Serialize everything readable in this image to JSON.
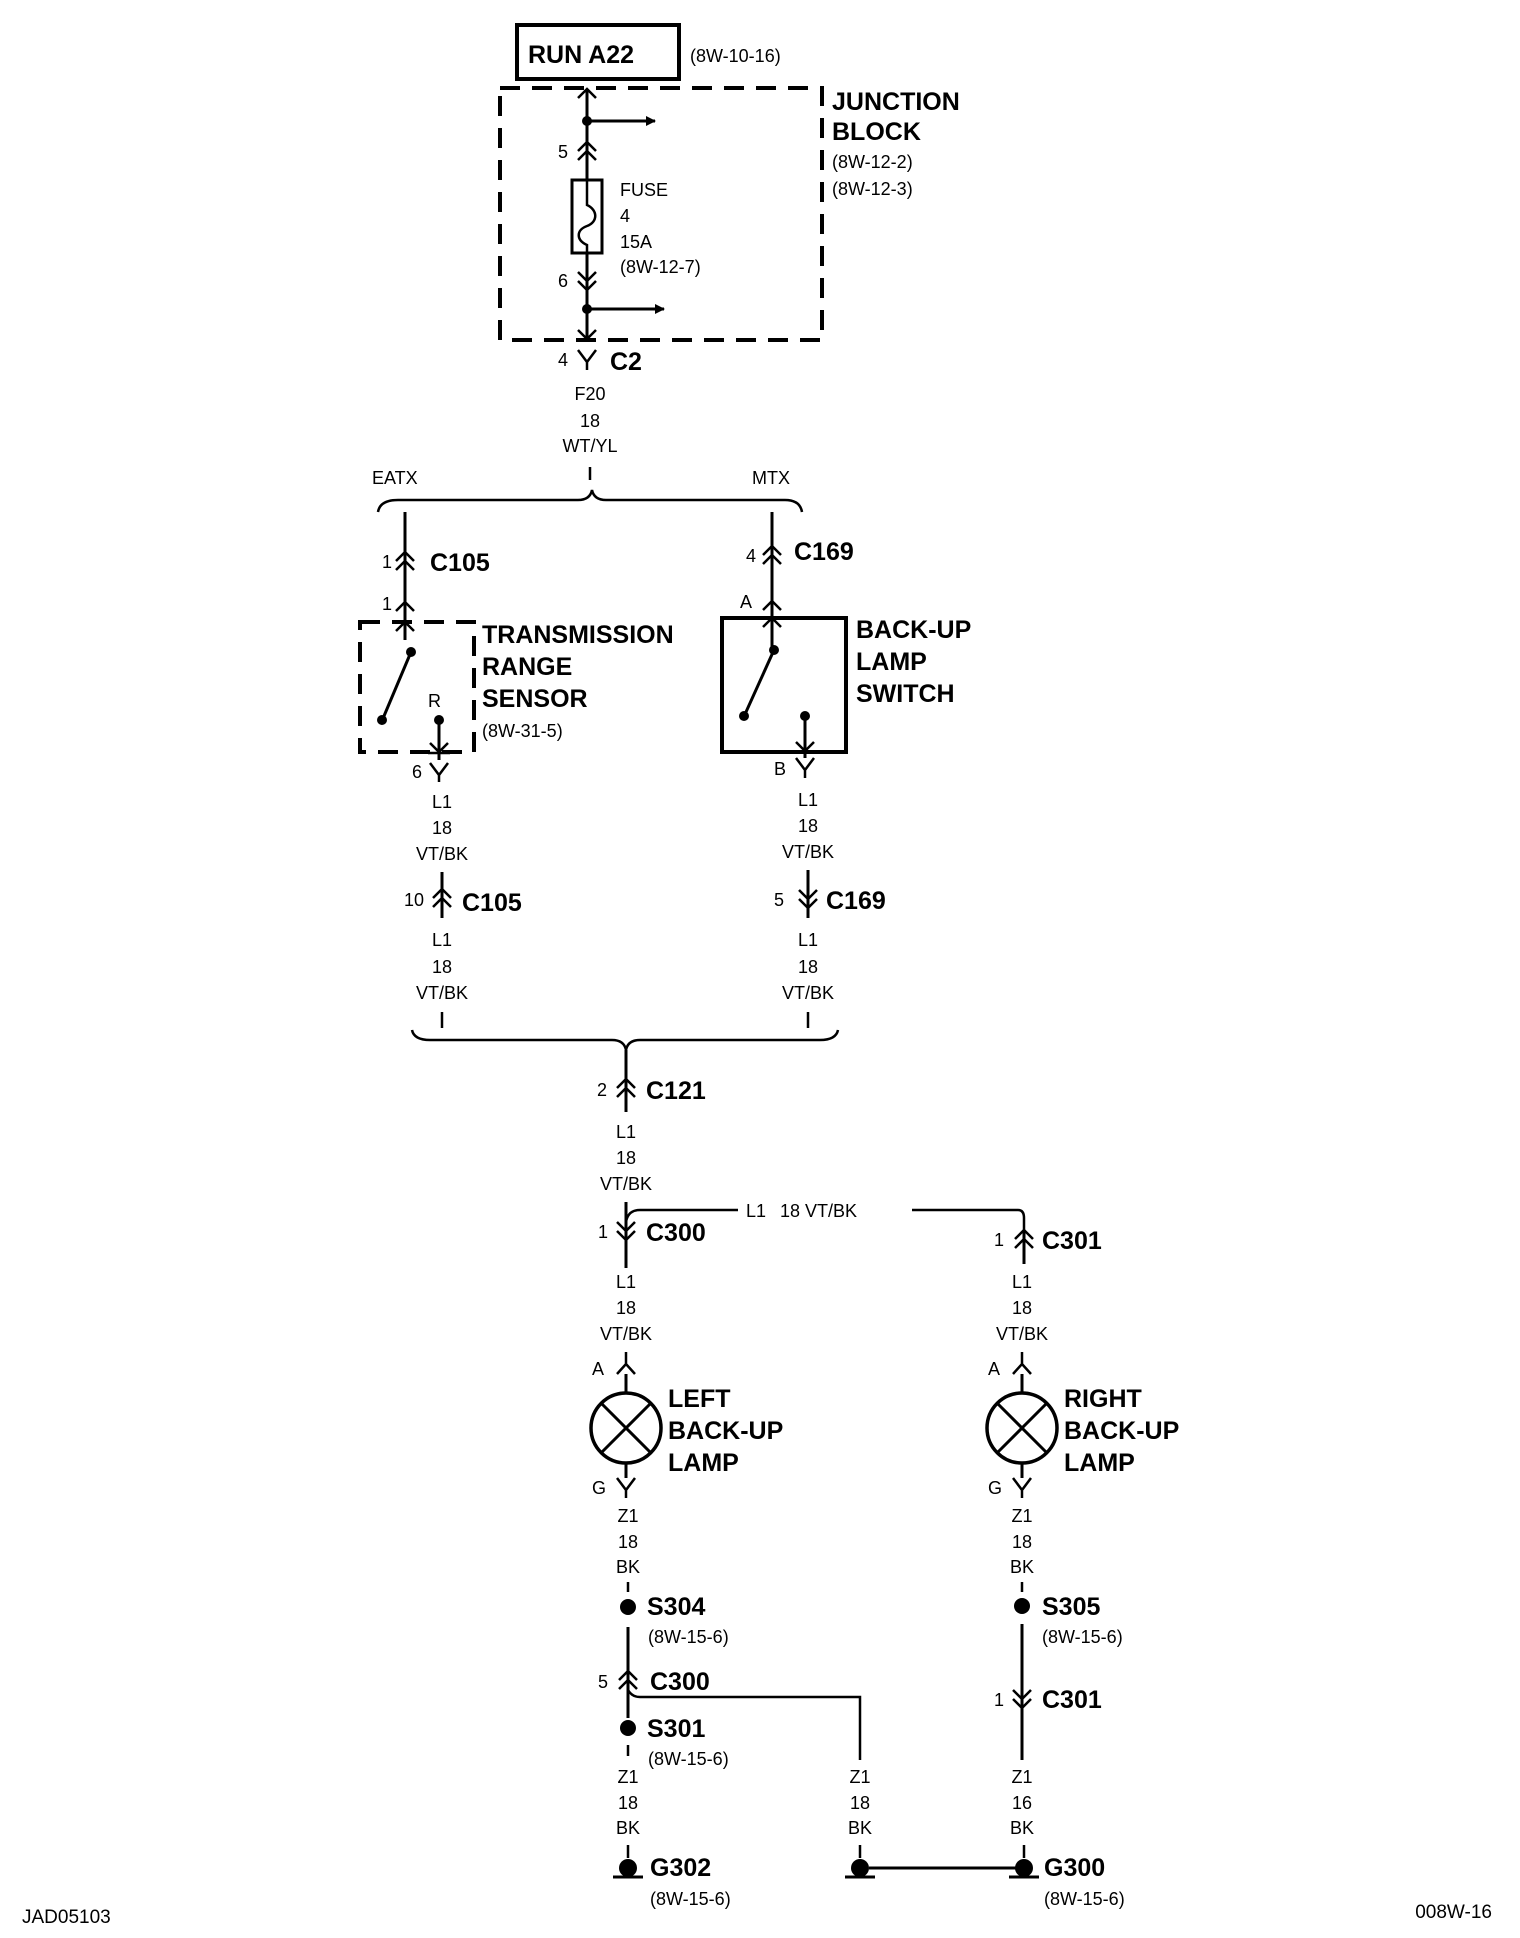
{
  "source": {
    "label": "RUN A22",
    "ref": "(8W-10-16)"
  },
  "junction_block": {
    "title_line1": "JUNCTION",
    "title_line2": "BLOCK",
    "ref1": "(8W-12-2)",
    "ref2": "(8W-12-3)"
  },
  "fuse": {
    "label": "FUSE",
    "number": "4",
    "rating": "15A",
    "ref": "(8W-12-7)",
    "pin_in": "5",
    "pin_out": "6"
  },
  "c2": {
    "name": "C2",
    "pin": "4"
  },
  "wire_f20": {
    "circuit": "F20",
    "gauge": "18",
    "color": "WT/YL"
  },
  "split_top": {
    "left": "EATX",
    "right": "MTX"
  },
  "eatx": {
    "c105_top": {
      "name": "C105",
      "pin": "1"
    },
    "sensor_pin_in": "1",
    "sensor": {
      "line1": "TRANSMISSION",
      "line2": "RANGE",
      "line3": "SENSOR",
      "ref": "(8W-31-5)",
      "contact": "R",
      "pin_out": "6"
    },
    "wire1": {
      "circuit": "L1",
      "gauge": "18",
      "color": "VT/BK"
    },
    "c105_bottom": {
      "name": "C105",
      "pin": "10"
    },
    "wire2": {
      "circuit": "L1",
      "gauge": "18",
      "color": "VT/BK"
    }
  },
  "mtx": {
    "c169_top": {
      "name": "C169",
      "pin": "4"
    },
    "switch_pin_in": "A",
    "switch": {
      "line1": "BACK-UP",
      "line2": "LAMP",
      "line3": "SWITCH",
      "pin_out": "B"
    },
    "wire1": {
      "circuit": "L1",
      "gauge": "18",
      "color": "VT/BK"
    },
    "c169_bottom": {
      "name": "C169",
      "pin": "5"
    },
    "wire2": {
      "circuit": "L1",
      "gauge": "18",
      "color": "VT/BK"
    }
  },
  "c121": {
    "name": "C121",
    "pin": "2"
  },
  "wire_after_c121": {
    "circuit": "L1",
    "gauge": "18",
    "color": "VT/BK"
  },
  "crossover_label": {
    "circuit": "L1",
    "spec": "18 VT/BK"
  },
  "left": {
    "c300": {
      "name": "C300",
      "pin": "1"
    },
    "wire": {
      "circuit": "L1",
      "gauge": "18",
      "color": "VT/BK"
    },
    "lamp": {
      "line1": "LEFT",
      "line2": "BACK-UP",
      "line3": "LAMP",
      "pin_in": "A",
      "pin_out": "G"
    },
    "ground_wire": {
      "circuit": "Z1",
      "gauge": "18",
      "color": "BK"
    },
    "s304": {
      "name": "S304",
      "ref": "(8W-15-6)"
    },
    "c300b": {
      "name": "C300",
      "pin": "5"
    },
    "s301": {
      "name": "S301",
      "ref": "(8W-15-6)"
    },
    "ground_wire2": {
      "circuit": "Z1",
      "gauge": "18",
      "color": "BK"
    },
    "g302": {
      "name": "G302",
      "ref": "(8W-15-6)"
    }
  },
  "mid_wire": {
    "circuit": "Z1",
    "gauge": "18",
    "color": "BK"
  },
  "right": {
    "c301": {
      "name": "C301",
      "pin": "1"
    },
    "wire": {
      "circuit": "L1",
      "gauge": "18",
      "color": "VT/BK"
    },
    "lamp": {
      "line1": "RIGHT",
      "line2": "BACK-UP",
      "line3": "LAMP",
      "pin_in": "A",
      "pin_out": "G"
    },
    "ground_wire": {
      "circuit": "Z1",
      "gauge": "18",
      "color": "BK"
    },
    "s305": {
      "name": "S305",
      "ref": "(8W-15-6)"
    },
    "c301b": {
      "name": "C301",
      "pin": "1"
    },
    "ground_wire2": {
      "circuit": "Z1",
      "gauge": "16",
      "color": "BK"
    },
    "g300": {
      "name": "G300",
      "ref": "(8W-15-6)"
    }
  },
  "footer": {
    "left": "JAD05103",
    "right": "008W-16"
  }
}
